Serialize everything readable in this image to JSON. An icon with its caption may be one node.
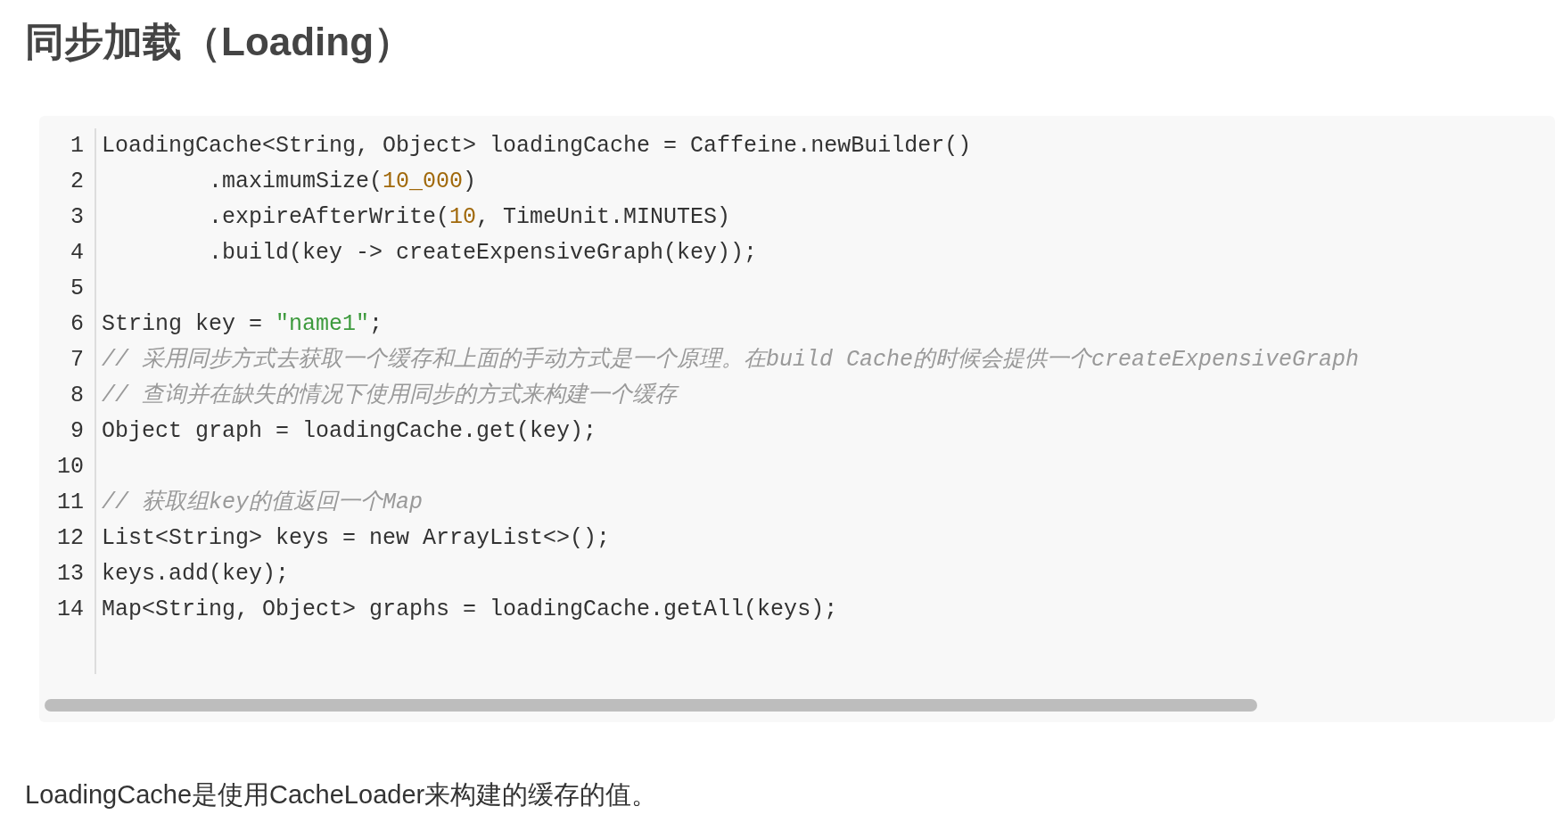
{
  "diagram": {
    "title": "同步加载（Loading）",
    "caption": "LoadingCache是使用CacheLoader来构建的缓存的值。",
    "labels": [
      "1",
      "LoadingCache<String, Object> loadingCache = Caffeine.newBuilder()",
      "2",
      ".maximumSize(10_000)",
      "3",
      ".expireAfterWrite(10, TimeUnit.MINUTES)",
      "4",
      ".build(key -> createExpensiveGraph(key));",
      "5",
      "6",
      "String key = \"name1\";",
      "7",
      "// 采用同步方式去获取一个缓存和上面的手动方式是一个原理。在build Cache的时候会提供一个createExpensiveGraph",
      "8",
      "// 查询并在缺失的情况下使用同步的方式来构建一个缓存",
      "9",
      "Object graph = loadingCache.get(key);",
      "10",
      "11",
      "// 获取组key的值返回一个Map",
      "12",
      "List<String> keys = new ArrayList<>();",
      "13",
      "keys.add(key);",
      "14",
      "Map<String, Object> graphs = loadingCache.getAll(keys);"
    ]
  }
}
